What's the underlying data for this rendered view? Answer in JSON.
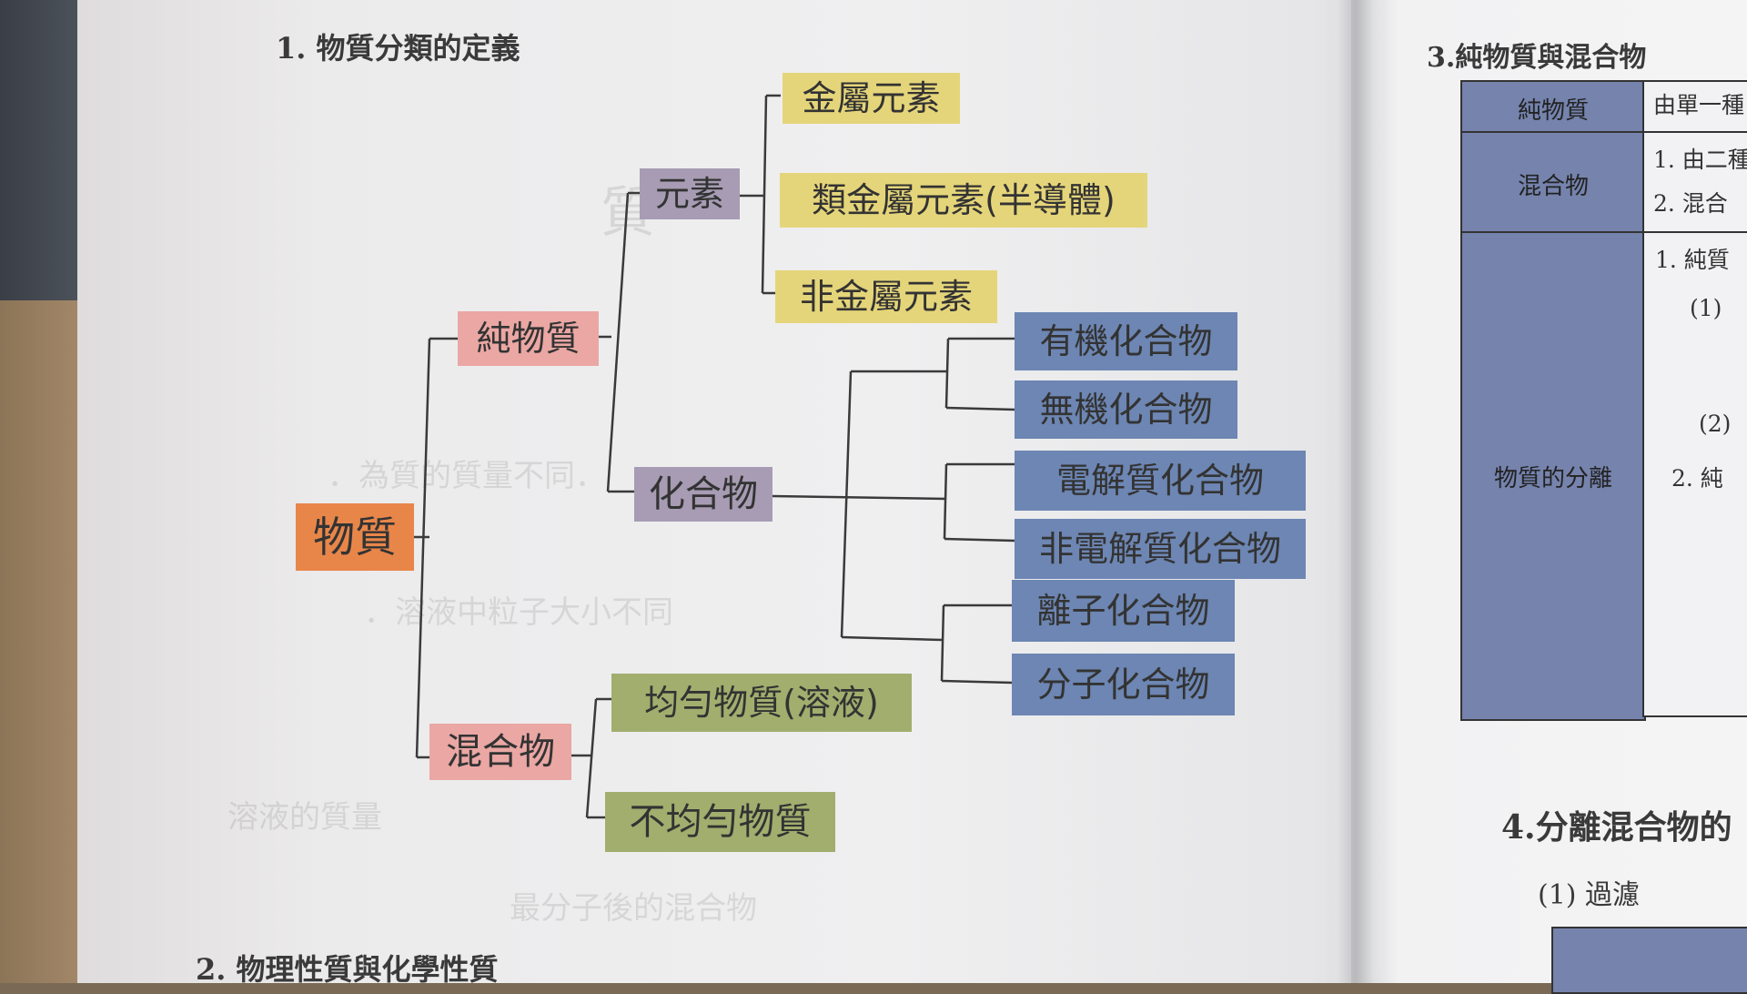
{
  "left_page": {
    "section_title": "1. 物質分類的定義",
    "footer_title": "2. 物理性質與化學性質"
  },
  "tree": {
    "root": "物質",
    "pure_substance": "純物質",
    "mixture": "混合物",
    "element": "元素",
    "compound": "化合物",
    "metal_element": "金屬元素",
    "metalloid_element": "類金屬元素(半導體)",
    "nonmetal_element": "非金屬元素",
    "organic_compound": "有機化合物",
    "inorganic_compound": "無機化合物",
    "electrolyte_compound": "電解質化合物",
    "nonelectrolyte_compound": "非電解質化合物",
    "ionic_compound": "離子化合物",
    "molecular_compound": "分子化合物",
    "homogeneous": "均勻物質(溶液)",
    "heterogeneous": "不均勻物質"
  },
  "right_page": {
    "section3_title": "3.純物質與混合物",
    "table": {
      "row1_head": "純物質",
      "row1_text": "由單一種",
      "row2_head": "混合物",
      "row2_text_1": "1. 由二種",
      "row2_text_2": "2. 混合",
      "row3_head": "物質的分離",
      "row3_text_1": "1. 純質",
      "row3_text_2": "(1)",
      "row3_text_3": "(2)",
      "row3_text_4": "2. 純"
    },
    "section4_title": "4.分離混合物的",
    "section4_item1": "(1) 過濾"
  },
  "colors": {
    "root": "#e8864a",
    "level1": "#eaa7a4",
    "level2": "#a79cb4",
    "element": "#e5d57a",
    "compound": "#6d86b3",
    "mixture_type": "#a1ae6e"
  }
}
